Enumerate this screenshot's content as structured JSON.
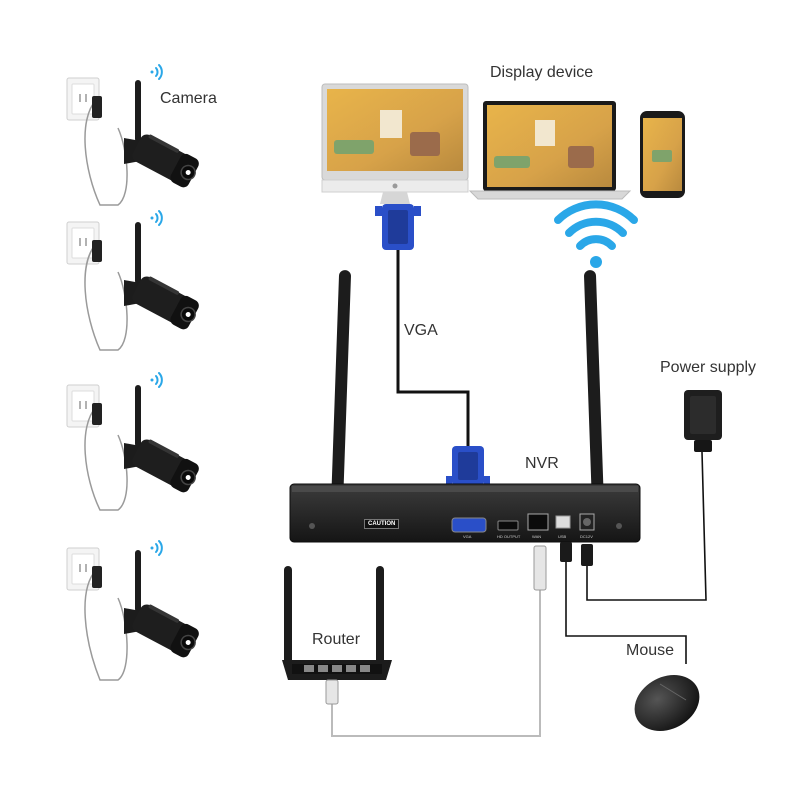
{
  "labels": {
    "camera": "Camera",
    "display": "Display device",
    "vga": "VGA",
    "nvr": "NVR",
    "power": "Power supply",
    "router": "Router",
    "mouse": "Mouse"
  },
  "nvr_panel": {
    "caution": "CAUTION",
    "ports": [
      "VGA",
      "HD OUTPUT",
      "WAN",
      "USB",
      "DC12V"
    ]
  },
  "colors": {
    "device_black": "#1c1c1c",
    "vga_blue": "#2a4fc8",
    "wifi_blue": "#2aa7e8",
    "cable_gray": "#bbbbbb"
  },
  "icons": [
    "camera-icon",
    "wall-socket-icon",
    "wifi-signal-icon",
    "monitor-icon",
    "laptop-icon",
    "phone-icon",
    "vga-connector-icon",
    "nvr-recorder-icon",
    "power-adapter-icon",
    "router-icon",
    "mouse-icon"
  ]
}
